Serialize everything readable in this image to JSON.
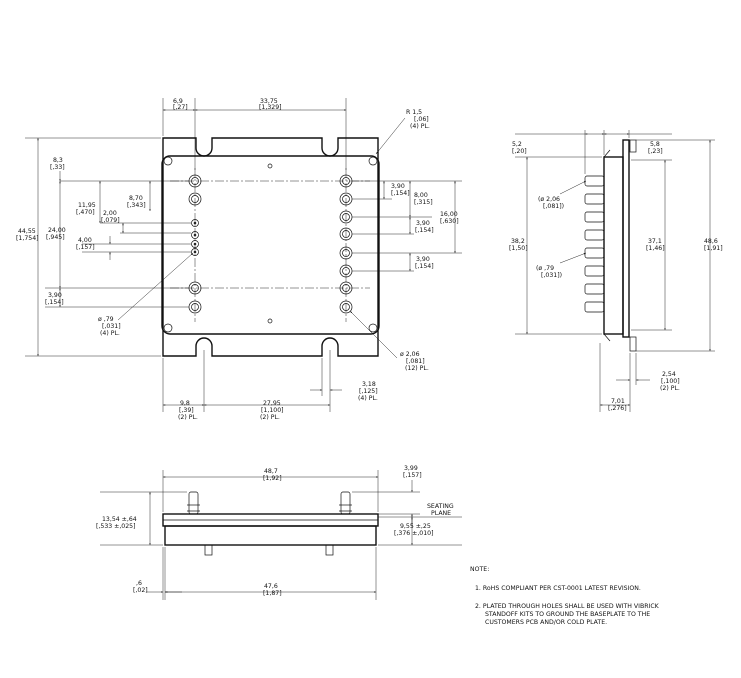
{
  "top_view": {
    "dims": {
      "d_6_9": {
        "mm": "6,9",
        "in": "[,27]"
      },
      "d_33_75": {
        "mm": "33,75",
        "in": "[1,329]"
      },
      "d_r1_5": {
        "mm": "R 1,5",
        "in": "[,06]",
        "qty": "(4) PL."
      },
      "d_8_3": {
        "mm": "8,3",
        "in": "[,33]"
      },
      "d_11_95": {
        "mm": "11,95",
        "in": "[,470]"
      },
      "d_8_70": {
        "mm": "8,70",
        "in": "[,343]"
      },
      "d_2_00": {
        "mm": "2,00",
        "in": "[,079]"
      },
      "d_24_00": {
        "mm": "24,00",
        "in": "[,945]"
      },
      "d_4_00": {
        "mm": "4,00",
        "in": "[,157]"
      },
      "d_44_55": {
        "mm": "44,55",
        "in": "[1,754]"
      },
      "d_3_90_left": {
        "mm": "3,90",
        "in": "[,154]"
      },
      "d_dia_79": {
        "mm": "ø ,79",
        "in": "[,031]",
        "qty": "(4) PL."
      },
      "d_3_90_r1": {
        "mm": "3,90",
        "in": "[,154]"
      },
      "d_8_00": {
        "mm": "8,00",
        "in": "[,315]"
      },
      "d_16_00": {
        "mm": "16,00",
        "in": "[,630]"
      },
      "d_3_90_r2": {
        "mm": "3,90",
        "in": "[,154]"
      },
      "d_3_90_r3": {
        "mm": "3,90",
        "in": "[,154]"
      },
      "d_dia_2_06": {
        "mm": "ø 2,06",
        "in": "[,081]",
        "qty": "(12) PL."
      },
      "d_3_18": {
        "mm": "3,18",
        "in": "[,125]",
        "qty": "(4) PL."
      },
      "d_9_8": {
        "mm": "9,8",
        "in": "[,39]",
        "qty": "(2) PL."
      },
      "d_27_95": {
        "mm": "27,95",
        "in": "[1,100]",
        "qty": "(2) PL."
      }
    }
  },
  "side_view": {
    "dims": {
      "d_5_2": {
        "mm": "5,2",
        "in": "[,20]"
      },
      "d_5_8": {
        "mm": "5,8",
        "in": "[,23]"
      },
      "d_dia_2_06": {
        "mm": "(ø 2,06",
        "in": "[,081])"
      },
      "d_dia_79": {
        "mm": "(ø ,79",
        "in": "[,031])"
      },
      "d_38_2": {
        "mm": "38,2",
        "in": "[1,50]"
      },
      "d_37_1": {
        "mm": "37,1",
        "in": "[1,46]"
      },
      "d_48_6": {
        "mm": "48,6",
        "in": "[1,91]"
      },
      "d_2_54": {
        "mm": "2,54",
        "in": "[,100]",
        "qty": "(2) PL."
      },
      "d_7_01": {
        "mm": "7,01",
        "in": "[,276]"
      }
    }
  },
  "front_view": {
    "dims": {
      "d_48_7": {
        "mm": "48,7",
        "in": "[1,92]"
      },
      "d_3_99": {
        "mm": "3,99",
        "in": "[,157]"
      },
      "d_13_54": {
        "mm": "13,54 ±,64",
        "in": "[,533 ±,025]"
      },
      "d_9_55": {
        "mm": "9,55 ±,25",
        "in": "[,376 ±,010]"
      },
      "seating": {
        "l1": "SEATING",
        "l2": "PLANE"
      },
      "d_0_6": {
        "mm": ",6",
        "in": "[,02]"
      },
      "d_47_6": {
        "mm": "47,6",
        "in": "[1,87]"
      }
    }
  },
  "notes": {
    "title": "NOTE:",
    "n1": "1.  RoHS COMPLIANT PER CST-0001 LATEST REVISION.",
    "n2_l1": "2.  PLATED THROUGH HOLES SHALL BE USED WITH VIBRICK",
    "n2_l2": "STANDOFF KITS TO GROUND THE BASEPLATE TO THE",
    "n2_l3": "CUSTOMERS PCB AND/OR COLD PLATE."
  }
}
